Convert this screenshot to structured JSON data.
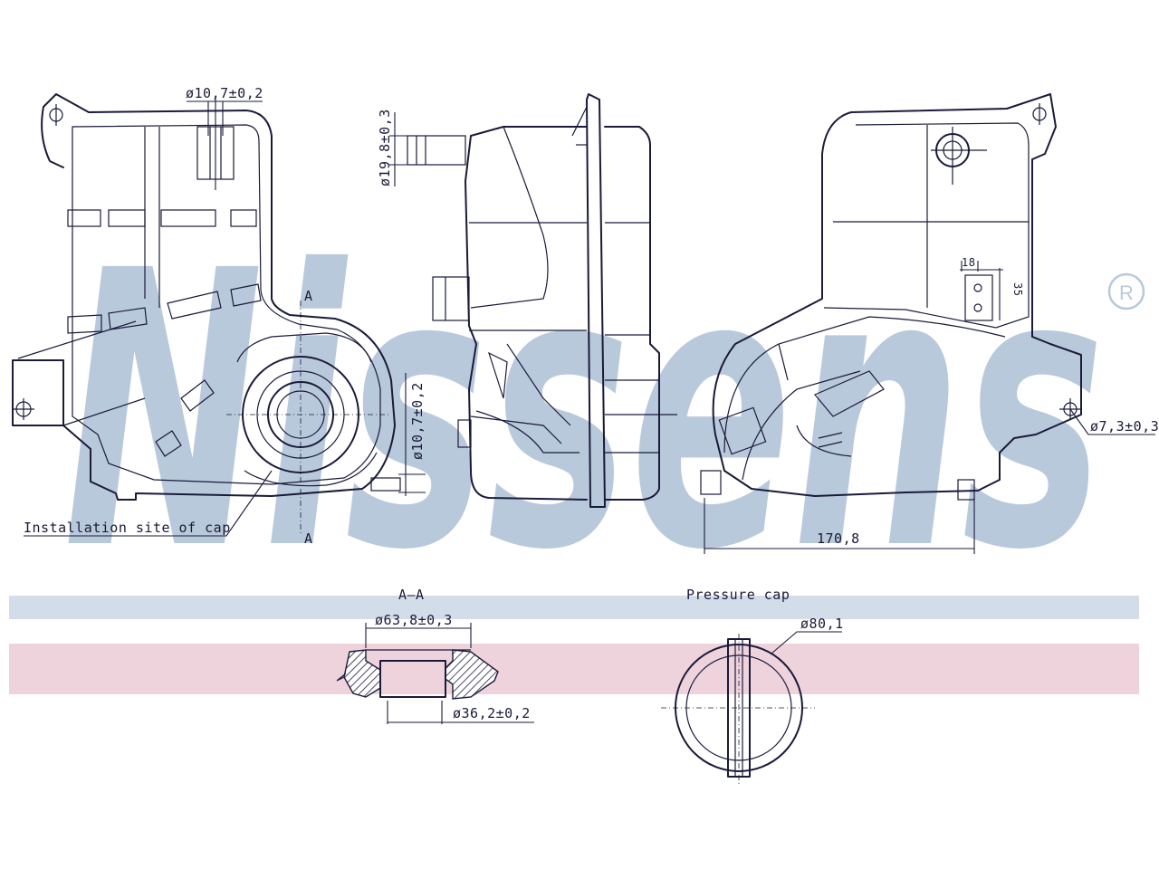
{
  "brand": {
    "watermark": "Nissens",
    "registered_mark": "®",
    "watermark_color": "#b9c9dc",
    "band_blue": "#d3dde9",
    "band_pink": "#efd3dc",
    "line_color": "#1a1a3a"
  },
  "views": {
    "front": {
      "dim_hose_top": "ø10,7±0,2",
      "section_mark_top": "A",
      "section_mark_bottom": "A",
      "dim_hose_side": "ø10,7±0,2",
      "cap_note": "Installation site of cap"
    },
    "side": {
      "dim_inlet": "ø19,8±0,3"
    },
    "rear": {
      "dim_mount_hole": "ø7,3±0,3",
      "dim_width": "170,8",
      "dim_small_a": "18",
      "dim_small_b": "35"
    }
  },
  "details": {
    "section": {
      "title": "A–A",
      "dim_outer": "ø63,8±0,3",
      "dim_inner": "ø36,2±0,2"
    },
    "cap": {
      "title": "Pressure cap",
      "dim_diameter": "ø80,1"
    }
  }
}
